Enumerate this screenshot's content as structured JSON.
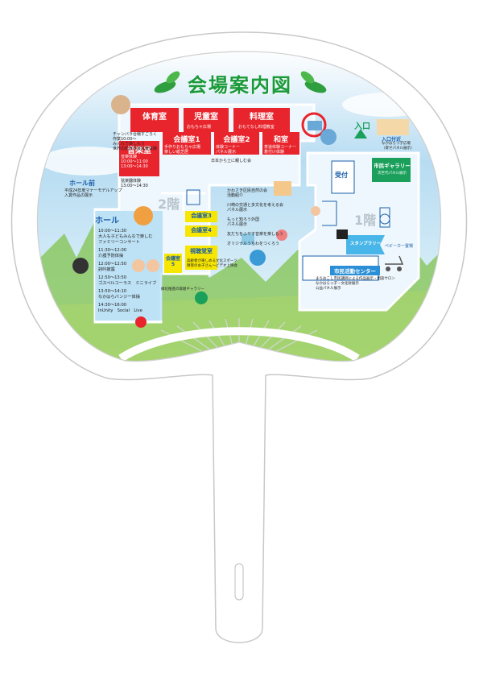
{
  "title": "会場案内図",
  "floor2": {
    "floor_label": "2階",
    "rooms": {
      "gym": "体育室",
      "kids": "児童室",
      "cooking": "料理室",
      "music": "音楽室",
      "meeting1": "会議室1",
      "meeting2": "会議室2",
      "japanese": "和室",
      "hall": "ホール",
      "hall_front": "ホール前",
      "meeting3": "会議室3",
      "meeting4": "会議室4",
      "meeting5": "会議室5",
      "av": "視聴覚室"
    },
    "notes": {
      "gym_1": "チャンバラ合戦すごろく",
      "gym_2": "作業10:00～",
      "gym_3": "みんなで楽しもう",
      "gym_4": "世界の民族衣装試着体験",
      "kids_1": "おもちゃ広場",
      "cooking_1": "おもてなし料理教室",
      "m1_1": "手作りおもちゃ広場",
      "m1_2": "楽しい紙芝居",
      "m2_1": "体験コーナー",
      "m2_2": "パネル展示",
      "jp_1": "茶道体験コーナー",
      "jp_2": "着付け体験",
      "music_1": "音楽体験",
      "music_2": "10:00～11:00",
      "music_3": "13:00～14:30",
      "music_4": "弦楽器体験",
      "music_5": "13:00～14:30",
      "hall_front_1": "平成24年度マナーモデルアップ",
      "hall_front_2": "入賞作品の展示",
      "center_1": "日本から土に親しむ会",
      "center_2": "かわさき区民自然の会",
      "center_3": "活動紹介",
      "center_4": "川崎の交通と多文化を考える会",
      "center_5": "パネル展示",
      "center_6": "もっと知ろう外国",
      "center_7": "パネル展示",
      "center_8": "友だちをふやす音楽を楽しもう",
      "center_9": "オリジナルうちわをつくろう",
      "av_1": "高齢者が楽しめる文化スポーツ",
      "av_2": "障害のお子さん～ビデオ上映会",
      "m5_1": "緑化推進の取組ギャラリー"
    },
    "schedule": [
      "10:00～11:30",
      "大人も子どもみんなで楽しむ",
      "ファミリーコンサート",
      "11:30～12:00",
      "介護予防体操",
      "12:00～12:50",
      "詩吟披露",
      "12:50～13:50",
      "ゴスペルコーラス　ミニライブ",
      "13:50～14:10",
      "なかはらバンジー体操",
      "14:30～16:00",
      "InUnity　Social　Live"
    ]
  },
  "floor1": {
    "floor_label": "1階",
    "entrance": "入口",
    "entrance_front": "入口付近",
    "entrance_note_1": "なかはらっ子広場",
    "entrance_note_2": "（寄せパネル展示）",
    "reception": "受付",
    "gallery": "市民ギャラリー",
    "gallery_note": "次世代パネル展示",
    "activity_center": "市民活動センター",
    "stamp": "スタンプラリー",
    "baby": "ベビーカー置場",
    "act_1": "まちおこし市民講師による作品展示・相談サロン",
    "act_2": "なかはらっ子・文化財展示",
    "act_3": "公益パネル展示"
  },
  "colors": {
    "red": "#e8242c",
    "yellow": "#f7e600",
    "green_title": "#1a9a3a",
    "sky": "#9ecdee",
    "grass": "#7cc043"
  }
}
